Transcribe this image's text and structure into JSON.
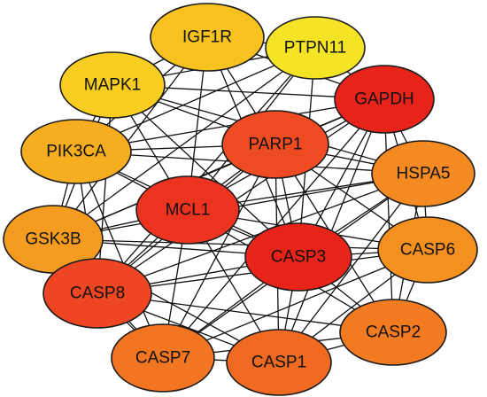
{
  "nodes": [
    {
      "id": "IGF1R",
      "label": "IGF1R",
      "color": "#f7c21f"
    },
    {
      "id": "PTPN11",
      "label": "PTPN11",
      "color": "#f5e425"
    },
    {
      "id": "MAPK1",
      "label": "MAPK1",
      "color": "#f7cd1f"
    },
    {
      "id": "GAPDH",
      "label": "GAPDH",
      "color": "#e8231a"
    },
    {
      "id": "PARP1",
      "label": "PARP1",
      "color": "#ef4b22"
    },
    {
      "id": "PIK3CA",
      "label": "PIK3CA",
      "color": "#f6ad1f"
    },
    {
      "id": "HSPA5",
      "label": "HSPA5",
      "color": "#f48a21"
    },
    {
      "id": "MCL1",
      "label": "MCL1",
      "color": "#ec3320"
    },
    {
      "id": "GSK3B",
      "label": "GSK3B",
      "color": "#f59c20"
    },
    {
      "id": "CASP3",
      "label": "CASP3",
      "color": "#e8231a"
    },
    {
      "id": "CASP6",
      "label": "CASP6",
      "color": "#f49020"
    },
    {
      "id": "CASP8",
      "label": "CASP8",
      "color": "#ee4522"
    },
    {
      "id": "CASP2",
      "label": "CASP2",
      "color": "#f27a21"
    },
    {
      "id": "CASP7",
      "label": "CASP7",
      "color": "#f27621"
    },
    {
      "id": "CASP1",
      "label": "CASP1",
      "color": "#f06a22"
    }
  ],
  "edges": [
    [
      "IGF1R",
      "PTPN11"
    ],
    [
      "IGF1R",
      "MAPK1"
    ],
    [
      "IGF1R",
      "PIK3CA"
    ],
    [
      "IGF1R",
      "GSK3B"
    ],
    [
      "IGF1R",
      "GAPDH"
    ],
    [
      "IGF1R",
      "MCL1"
    ],
    [
      "IGF1R",
      "CASP3"
    ],
    [
      "IGF1R",
      "PARP1"
    ],
    [
      "PTPN11",
      "MAPK1"
    ],
    [
      "PTPN11",
      "PIK3CA"
    ],
    [
      "PTPN11",
      "GSK3B"
    ],
    [
      "PTPN11",
      "GAPDH"
    ],
    [
      "PTPN11",
      "CASP3"
    ],
    [
      "PTPN11",
      "MCL1"
    ],
    [
      "PTPN11",
      "CASP8"
    ],
    [
      "MAPK1",
      "PIK3CA"
    ],
    [
      "MAPK1",
      "GSK3B"
    ],
    [
      "MAPK1",
      "MCL1"
    ],
    [
      "MAPK1",
      "CASP3"
    ],
    [
      "MAPK1",
      "PARP1"
    ],
    [
      "MAPK1",
      "GAPDH"
    ],
    [
      "MAPK1",
      "HSPA5"
    ],
    [
      "MAPK1",
      "CASP8"
    ],
    [
      "GAPDH",
      "PARP1"
    ],
    [
      "GAPDH",
      "MCL1"
    ],
    [
      "GAPDH",
      "CASP3"
    ],
    [
      "GAPDH",
      "HSPA5"
    ],
    [
      "GAPDH",
      "CASP8"
    ],
    [
      "GAPDH",
      "CASP6"
    ],
    [
      "GAPDH",
      "CASP2"
    ],
    [
      "GAPDH",
      "CASP7"
    ],
    [
      "GAPDH",
      "CASP1"
    ],
    [
      "GAPDH",
      "GSK3B"
    ],
    [
      "GAPDH",
      "PIK3CA"
    ],
    [
      "PARP1",
      "MCL1"
    ],
    [
      "PARP1",
      "CASP3"
    ],
    [
      "PARP1",
      "PIK3CA"
    ],
    [
      "PARP1",
      "GSK3B"
    ],
    [
      "PARP1",
      "CASP8"
    ],
    [
      "PARP1",
      "CASP7"
    ],
    [
      "PARP1",
      "CASP1"
    ],
    [
      "PARP1",
      "CASP2"
    ],
    [
      "PARP1",
      "CASP6"
    ],
    [
      "PARP1",
      "HSPA5"
    ],
    [
      "PIK3CA",
      "GSK3B"
    ],
    [
      "PIK3CA",
      "MCL1"
    ],
    [
      "PIK3CA",
      "CASP3"
    ],
    [
      "PIK3CA",
      "CASP8"
    ],
    [
      "PIK3CA",
      "HSPA5"
    ],
    [
      "PIK3CA",
      "CASP7"
    ],
    [
      "HSPA5",
      "MCL1"
    ],
    [
      "HSPA5",
      "CASP3"
    ],
    [
      "HSPA5",
      "CASP6"
    ],
    [
      "HSPA5",
      "CASP2"
    ],
    [
      "HSPA5",
      "CASP8"
    ],
    [
      "HSPA5",
      "CASP7"
    ],
    [
      "HSPA5",
      "CASP1"
    ],
    [
      "HSPA5",
      "GSK3B"
    ],
    [
      "MCL1",
      "CASP3"
    ],
    [
      "MCL1",
      "GSK3B"
    ],
    [
      "MCL1",
      "CASP8"
    ],
    [
      "MCL1",
      "CASP7"
    ],
    [
      "MCL1",
      "CASP1"
    ],
    [
      "MCL1",
      "CASP2"
    ],
    [
      "MCL1",
      "CASP6"
    ],
    [
      "GSK3B",
      "CASP3"
    ],
    [
      "GSK3B",
      "CASP8"
    ],
    [
      "GSK3B",
      "CASP7"
    ],
    [
      "GSK3B",
      "CASP1"
    ],
    [
      "GSK3B",
      "CASP6"
    ],
    [
      "CASP3",
      "CASP6"
    ],
    [
      "CASP3",
      "CASP8"
    ],
    [
      "CASP3",
      "CASP2"
    ],
    [
      "CASP3",
      "CASP7"
    ],
    [
      "CASP3",
      "CASP1"
    ],
    [
      "CASP6",
      "CASP8"
    ],
    [
      "CASP6",
      "CASP2"
    ],
    [
      "CASP6",
      "CASP7"
    ],
    [
      "CASP6",
      "CASP1"
    ],
    [
      "CASP8",
      "CASP2"
    ],
    [
      "CASP8",
      "CASP7"
    ],
    [
      "CASP8",
      "CASP1"
    ],
    [
      "CASP2",
      "CASP7"
    ],
    [
      "CASP2",
      "CASP1"
    ],
    [
      "CASP7",
      "CASP1"
    ]
  ]
}
